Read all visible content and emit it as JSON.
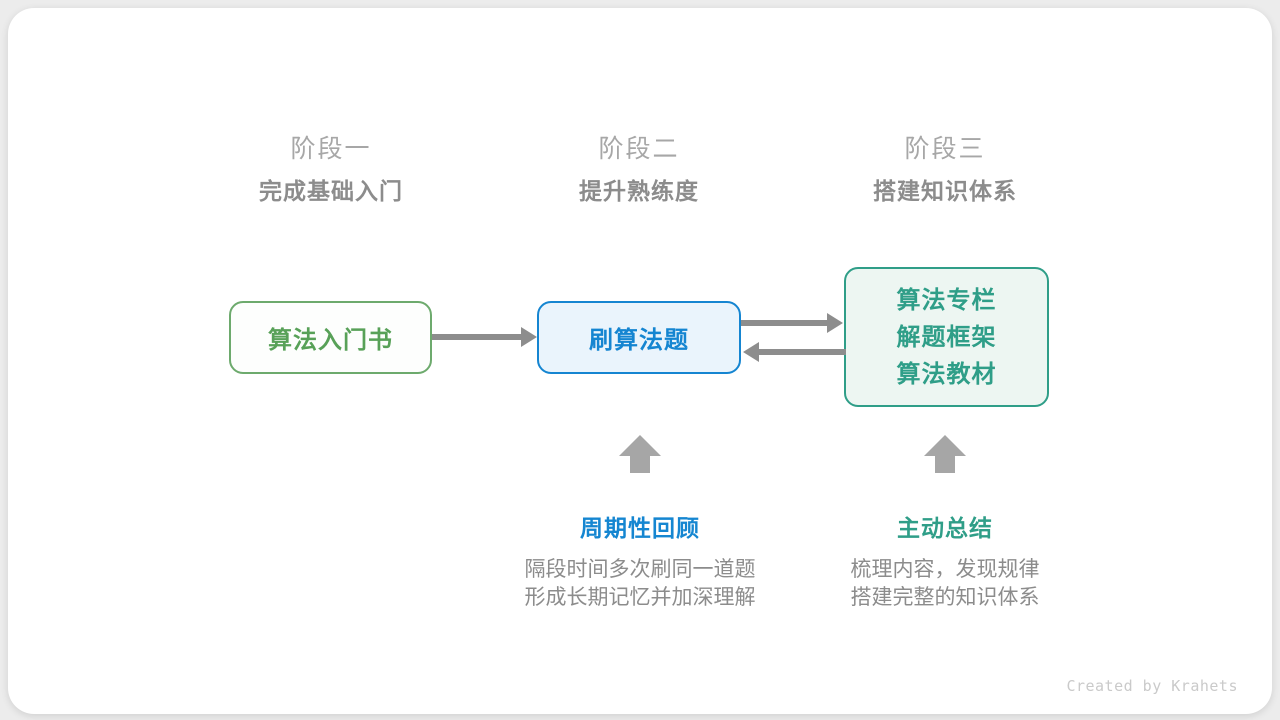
{
  "stages": [
    {
      "label": "阶段一",
      "subtitle": "完成基础入门"
    },
    {
      "label": "阶段二",
      "subtitle": "提升熟练度"
    },
    {
      "label": "阶段三",
      "subtitle": "搭建知识体系"
    }
  ],
  "nodes": {
    "intro_book": {
      "label": "算法入门书"
    },
    "practice": {
      "label": "刷算法题"
    },
    "resources": {
      "lines": [
        "算法专栏",
        "解题框架",
        "算法教材"
      ]
    }
  },
  "annotations": [
    {
      "title": "周期性回顾",
      "desc_lines": [
        "隔段时间多次刷同一道题",
        "形成长期记忆并加深理解"
      ]
    },
    {
      "title": "主动总结",
      "desc_lines": [
        "梳理内容，发现规律",
        "搭建完整的知识体系"
      ]
    }
  ],
  "footer": {
    "credit": "Created by Krahets"
  },
  "colors": {
    "green_text": "#58a158",
    "green_border": "#6daa6d",
    "blue_text": "#1585d1",
    "blue_bg": "#eaf4fc",
    "teal_text": "#2f9e88",
    "teal_bg": "#edf6f2",
    "connector_gray": "#8d8d8d",
    "block_arrow_gray": "#a6a6a6",
    "stage_label_gray": "#a7a7a7",
    "subtitle_gray": "#8c8c8c",
    "credit_gray": "#cacaca",
    "page_bg": "#ececec",
    "card_bg": "#ffffff"
  }
}
